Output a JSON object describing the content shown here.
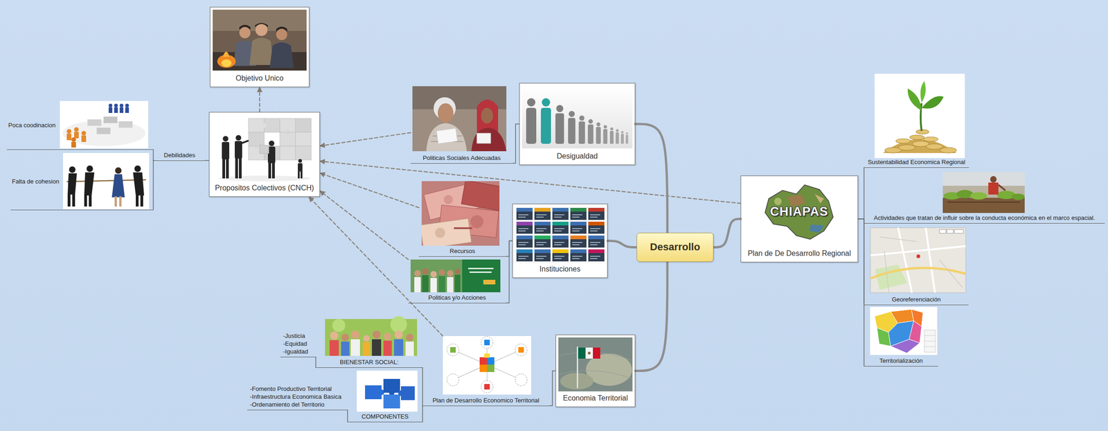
{
  "diagram": {
    "nodes": [
      {
        "text": [
          "Objetivo Unico"
        ]
      },
      {
        "text": [
          "Poca coodinacion"
        ]
      },
      {
        "text": [
          "Debilidades"
        ]
      },
      {
        "text": [
          "Falta de cohesion"
        ]
      },
      {
        "text": [
          "Propositos Colectivos (CNCH)"
        ]
      },
      {
        "text": [
          "Politicas Sociales Adecuadas"
        ]
      },
      {
        "text": [
          "Desigualdad"
        ]
      },
      {
        "text": [
          "Recursos"
        ]
      },
      {
        "text": [
          "Instituciones"
        ]
      },
      {
        "text": [
          "Politicas y/o Acciones"
        ]
      },
      {
        "text": [
          "Desarrollo"
        ]
      },
      {
        "text": [
          "Plan de De Desarrollo Regional"
        ]
      },
      {
        "text": [
          "Sustentabilidad Economica Regional"
        ]
      },
      {
        "text": [
          "Actividades que tratan de influir sobre la conducta económica en el marco espacial."
        ]
      },
      {
        "text": [
          "Georeferenciación"
        ]
      },
      {
        "text": [
          "Territorialización"
        ]
      },
      {
        "text": [
          "-Justicia",
          "-Equidad",
          "-Igualdad"
        ]
      },
      {
        "text": [
          "BIENESTAR SOCIAL:"
        ]
      },
      {
        "text": [
          "Plan de Desarrollo Economico Territorial"
        ]
      },
      {
        "text": [
          "Economia Territorial"
        ]
      },
      {
        "text": [
          "-Fomento Productivo Territorial",
          "-Infraestructura Economica Basica",
          "-Ordenamiento del Territorio"
        ]
      },
      {
        "text": [
          "COMPONENTES"
        ]
      }
    ],
    "edges": [
      {
        "from": 4,
        "to": 0,
        "arrow": "to"
      },
      {
        "from": 2,
        "to": 1,
        "arrow": "none"
      },
      {
        "from": 2,
        "to": 3,
        "arrow": "none"
      },
      {
        "from": 4,
        "to": 2,
        "arrow": "none"
      },
      {
        "from": 5,
        "to": 4,
        "arrow": "to"
      },
      {
        "from": 11,
        "to": 4,
        "arrow": "to"
      },
      {
        "from": 7,
        "to": 4,
        "arrow": "to"
      },
      {
        "from": 9,
        "to": 4,
        "arrow": "to"
      },
      {
        "from": 18,
        "to": 4,
        "arrow": "to"
      },
      {
        "from": 10,
        "to": 6,
        "arrow": "none"
      },
      {
        "from": 10,
        "to": 8,
        "arrow": "none"
      },
      {
        "from": 10,
        "to": 19,
        "arrow": "none"
      },
      {
        "from": 10,
        "to": 11,
        "arrow": "none"
      },
      {
        "from": 6,
        "to": 5,
        "arrow": "none"
      },
      {
        "from": 8,
        "to": 7,
        "arrow": "none"
      },
      {
        "from": 8,
        "to": 9,
        "arrow": "none"
      },
      {
        "from": 19,
        "to": 18,
        "arrow": "none"
      },
      {
        "from": 18,
        "to": 17,
        "arrow": "none"
      },
      {
        "from": 18,
        "to": 21,
        "arrow": "none"
      },
      {
        "from": 17,
        "to": 16,
        "arrow": "none"
      },
      {
        "from": 21,
        "to": 20,
        "arrow": "none"
      },
      {
        "from": 11,
        "to": 12,
        "arrow": "none"
      },
      {
        "from": 11,
        "to": 13,
        "arrow": "none"
      },
      {
        "from": 11,
        "to": 14,
        "arrow": "none"
      },
      {
        "from": 11,
        "to": 15,
        "arrow": "none"
      }
    ],
    "labels": [
      "CHIAPAS"
    ]
  }
}
